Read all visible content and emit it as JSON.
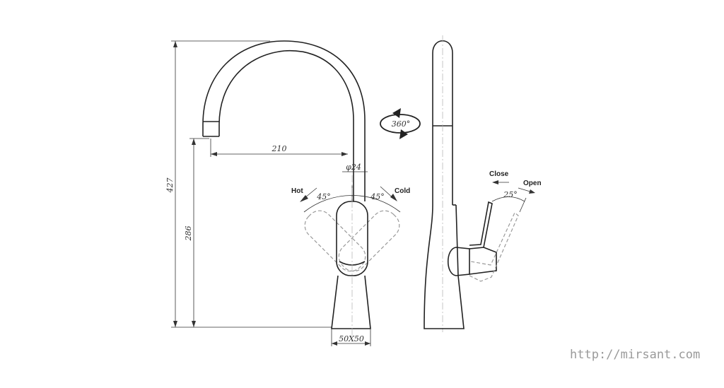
{
  "dimensions": {
    "total_height": "427",
    "spout_height": "286",
    "reach": "210",
    "spout_diameter": "φ24",
    "base": "50X50",
    "left_angle": "45°",
    "right_angle": "45°",
    "handle_tilt": "25°",
    "rotation": "360°"
  },
  "labels": {
    "hot": "Hot",
    "cold": "Cold",
    "close": "Close",
    "open": "Open"
  },
  "watermark": "http://mirsant.com",
  "colors": {
    "line": "#222222",
    "ghost": "#9a9a9a",
    "watermark": "#9a9a9a"
  }
}
